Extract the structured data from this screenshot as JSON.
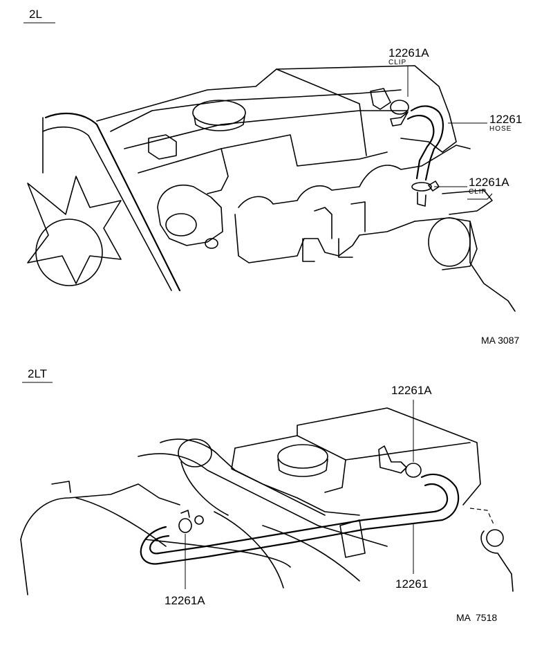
{
  "sections": [
    {
      "label": "2L",
      "code": "MA 3087",
      "callouts": [
        {
          "part": "12261A",
          "desc": "CLIP"
        },
        {
          "part": "12261",
          "desc": "HOSE"
        },
        {
          "part": "12261A",
          "desc": "CLIP"
        }
      ]
    },
    {
      "label": "2LT",
      "code": "MA  7518",
      "callouts": [
        {
          "part": "12261A"
        },
        {
          "part": "12261"
        },
        {
          "part": "12261A"
        }
      ]
    }
  ]
}
